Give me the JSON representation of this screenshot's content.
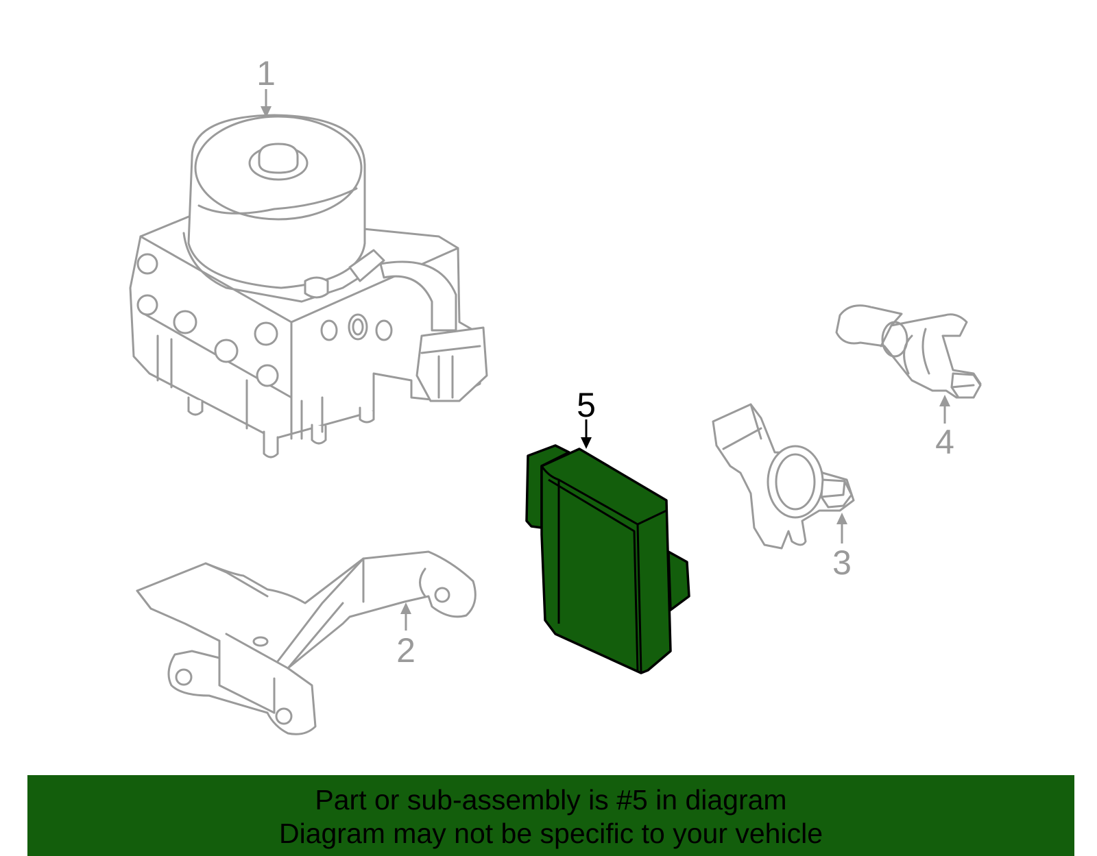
{
  "callouts": [
    "1",
    "2",
    "3",
    "4",
    "5"
  ],
  "highlighted_callout": "5",
  "banner": {
    "line1": "Part or sub-assembly is #5 in diagram",
    "line2": "Diagram may not be specific to your vehicle"
  },
  "colors": {
    "highlight": "#135e0c",
    "outline": "#9a9a9a",
    "highlight_outline": "#000000"
  }
}
